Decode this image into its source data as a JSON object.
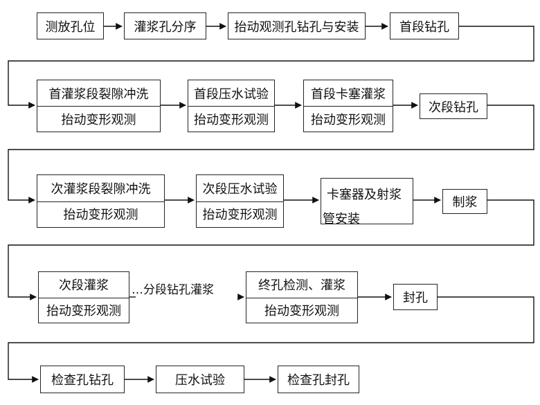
{
  "diagram": {
    "row1": [
      "测放孔位",
      "灌浆孔分序",
      "抬动观测孔钻孔与安装",
      "首段钻孔"
    ],
    "row2": [
      {
        "top": "首灌浆段裂隙冲洗",
        "bottom": "抬动变形观测"
      },
      {
        "top": "首段压水试验",
        "bottom": "抬动变形观测"
      },
      {
        "top": "首段卡塞灌浆",
        "bottom": "抬动变形观测"
      },
      {
        "text": "次段钻孔"
      }
    ],
    "row3": [
      {
        "top": "次灌浆段裂隙冲洗",
        "bottom": "抬动变形观测"
      },
      {
        "top": "次段压水试验",
        "bottom": "抬动变形观测"
      },
      {
        "line1": "卡塞器及射浆",
        "line2": "管安装"
      },
      {
        "text": "制浆"
      }
    ],
    "row4": [
      {
        "top": "次段灌浆",
        "bottom": "抬动变形观测"
      },
      {
        "connector": "…分段钻孔灌浆"
      },
      {
        "top": "终孔检测、灌浆",
        "bottom": "抬动变形观测"
      },
      {
        "text": "封孔"
      }
    ],
    "row5": [
      "检查孔钻孔",
      "压水试验",
      "检查孔封孔"
    ]
  }
}
